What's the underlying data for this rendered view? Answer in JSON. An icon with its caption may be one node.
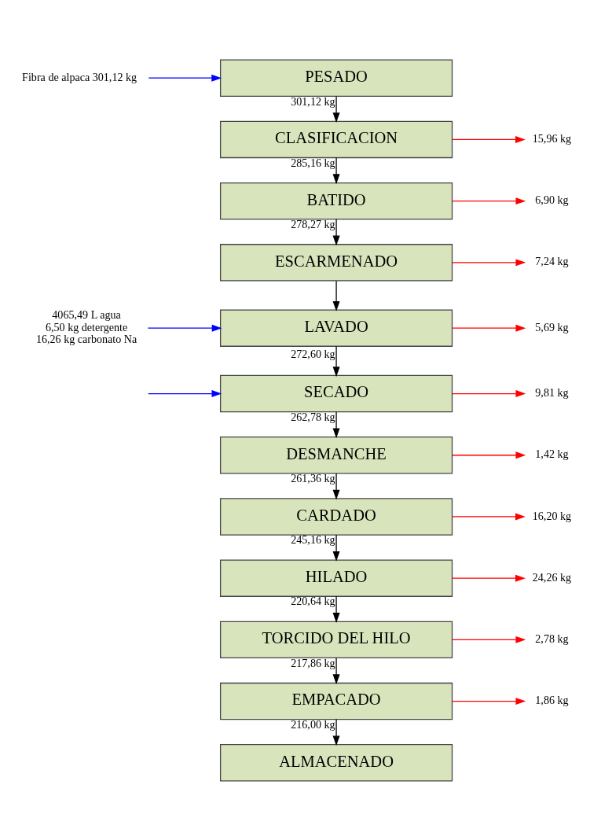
{
  "diagram": {
    "nodes": [
      {
        "text": [
          "Fibra de alpaca 301,12 kg"
        ]
      },
      {
        "text": [
          "PESADO"
        ]
      },
      {
        "text": [
          "CLASIFICACION"
        ]
      },
      {
        "text": [
          "15,96 kg"
        ]
      },
      {
        "text": [
          "BATIDO"
        ]
      },
      {
        "text": [
          "6,90 kg"
        ]
      },
      {
        "text": [
          "ESCARMENADO"
        ]
      },
      {
        "text": [
          "7,24 kg"
        ]
      },
      {
        "text": [
          "4065,49 L agua",
          "6,50 kg detergente",
          "16,26 kg carbonato Na"
        ]
      },
      {
        "text": [
          "LAVADO"
        ]
      },
      {
        "text": [
          "5,69 kg"
        ]
      },
      {
        "text": [
          "SECADO"
        ]
      },
      {
        "text": [
          "9,81 kg"
        ]
      },
      {
        "text": [
          "DESMANCHE"
        ]
      },
      {
        "text": [
          "1,42 kg"
        ]
      },
      {
        "text": [
          "CARDADO"
        ]
      },
      {
        "text": [
          "16,20 kg"
        ]
      },
      {
        "text": [
          "HILADO"
        ]
      },
      {
        "text": [
          "24,26 kg"
        ]
      },
      {
        "text": [
          "TORCIDO DEL HILO"
        ]
      },
      {
        "text": [
          "2,78 kg"
        ]
      },
      {
        "text": [
          "EMPACADO"
        ]
      },
      {
        "text": [
          "1,86 kg"
        ]
      },
      {
        "text": [
          "ALMACENADO"
        ]
      }
    ],
    "edges": [
      {
        "from": 0,
        "to": 1,
        "arrow": "to",
        "color": "#0000ff"
      },
      {
        "from": 1,
        "to": 2,
        "arrow": "to",
        "label": "301,12 kg"
      },
      {
        "from": 2,
        "to": 3,
        "arrow": "to",
        "color": "#ff0000"
      },
      {
        "from": 2,
        "to": 4,
        "arrow": "to",
        "label": "285,16 kg"
      },
      {
        "from": 4,
        "to": 5,
        "arrow": "to",
        "color": "#ff0000"
      },
      {
        "from": 4,
        "to": 6,
        "arrow": "to",
        "label": "278,27 kg"
      },
      {
        "from": 6,
        "to": 7,
        "arrow": "to",
        "color": "#ff0000"
      },
      {
        "from": 6,
        "to": 9,
        "arrow": "to"
      },
      {
        "from": 8,
        "to": 9,
        "arrow": "to",
        "color": "#0000ff"
      },
      {
        "from": 9,
        "to": 10,
        "arrow": "to",
        "color": "#ff0000"
      },
      {
        "from": 9,
        "to": 11,
        "arrow": "to",
        "label": "272,60 kg"
      },
      {
        "from": null,
        "to": 11,
        "arrow": "to",
        "color": "#0000ff"
      },
      {
        "from": 11,
        "to": 12,
        "arrow": "to",
        "color": "#ff0000"
      },
      {
        "from": 11,
        "to": 13,
        "arrow": "to",
        "label": "262,78 kg"
      },
      {
        "from": 13,
        "to": 14,
        "arrow": "to",
        "color": "#ff0000"
      },
      {
        "from": 13,
        "to": 15,
        "arrow": "to",
        "label": "261,36 kg"
      },
      {
        "from": 15,
        "to": 16,
        "arrow": "to",
        "color": "#ff0000"
      },
      {
        "from": 15,
        "to": 17,
        "arrow": "to",
        "label": "245,16 kg"
      },
      {
        "from": 17,
        "to": 18,
        "arrow": "to",
        "color": "#ff0000"
      },
      {
        "from": 17,
        "to": 19,
        "arrow": "to",
        "label": "220,64 kg"
      },
      {
        "from": 19,
        "to": 20,
        "arrow": "to",
        "color": "#ff0000"
      },
      {
        "from": 19,
        "to": 21,
        "arrow": "to",
        "label": "217,86 kg"
      },
      {
        "from": 21,
        "to": 22,
        "arrow": "to",
        "color": "#ff0000"
      },
      {
        "from": 21,
        "to": 23,
        "arrow": "to",
        "label": "216,00 kg"
      }
    ]
  }
}
